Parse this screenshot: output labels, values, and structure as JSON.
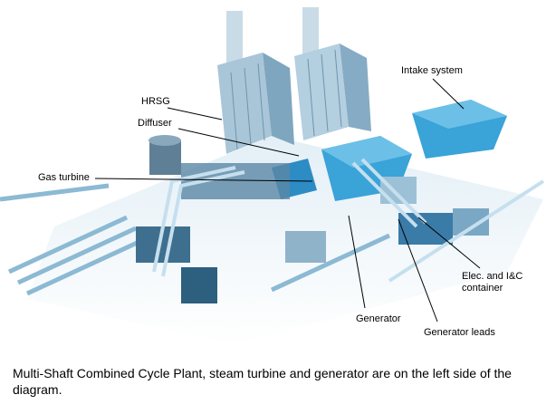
{
  "labels": {
    "intake_system": "Intake system",
    "hrsg": "HRSG",
    "diffuser": "Diffuser",
    "gas_turbine": "Gas turbine",
    "elec_container_line1": "Elec. and I&C",
    "elec_container_line2": "container",
    "generator": "Generator",
    "generator_leads": "Generator leads"
  },
  "caption": "Multi-Shaft Combined Cycle Plant, steam turbine and generator are on the left side of the diagram.",
  "colors": {
    "accent": "#3aa3d8",
    "structure": "#7fb8d6",
    "dark": "#2d5f7f",
    "ground": "#dcecf5"
  }
}
